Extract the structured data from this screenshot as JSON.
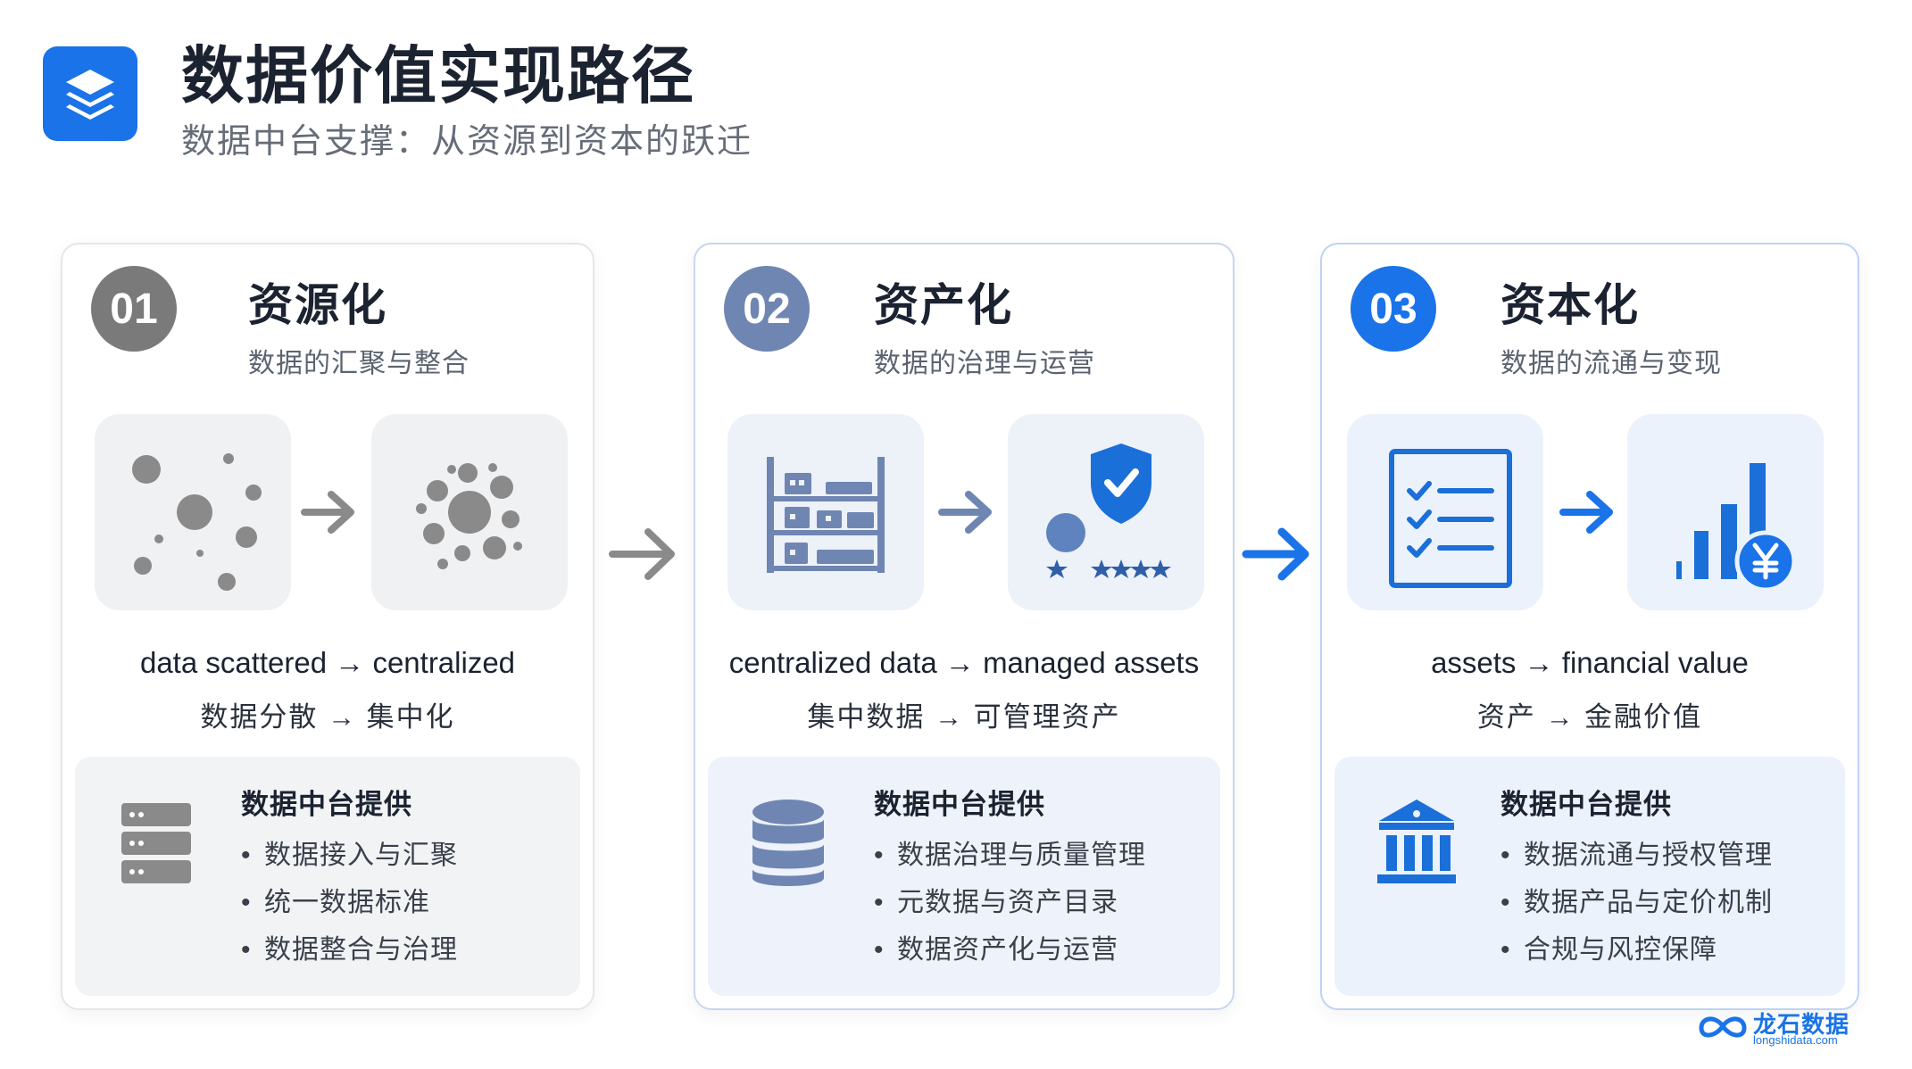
{
  "header": {
    "title": "数据价值实现路径",
    "subtitle": "数据中台支撑：从资源到资本的跃迁",
    "logo_icon": "layers-icon"
  },
  "colors": {
    "accent": "#1a73e8",
    "stage1_badge": "#7a7a7a",
    "stage2_badge": "#6f86b3",
    "stage3_badge": "#1a73e8"
  },
  "stages": [
    {
      "number": "01",
      "title": "资源化",
      "subtitle": "数据的汇聚与整合",
      "icon_a": "scattered-dots-icon",
      "icon_b": "clustered-dots-icon",
      "desc_en": "data scattered → centralized",
      "desc_zh": "数据分散 → 集中化",
      "provide_icon": "server-stack-icon",
      "provide_title": "数据中台提供",
      "provide_items": [
        "数据接入与汇聚",
        "统一数据标准",
        "数据整合与治理"
      ]
    },
    {
      "number": "02",
      "title": "资产化",
      "subtitle": "数据的治理与运营",
      "icon_a": "warehouse-shelf-icon",
      "icon_b": "shield-check-rating-icon",
      "desc_en": "centralized data → managed assets",
      "desc_zh": "集中数据 → 可管理资产",
      "provide_icon": "database-icon",
      "provide_title": "数据中台提供",
      "provide_items": [
        "数据治理与质量管理",
        "元数据与资产目录",
        "数据资产化与运营"
      ]
    },
    {
      "number": "03",
      "title": "资本化",
      "subtitle": "数据的流通与变现",
      "icon_a": "checklist-icon",
      "icon_b": "bar-chart-yen-icon",
      "desc_en": "assets → financial value",
      "desc_zh": "资产 → 金融价值",
      "provide_icon": "bank-icon",
      "provide_title": "数据中台提供",
      "provide_items": [
        "数据流通与授权管理",
        "数据产品与定价机制",
        "合规与风控保障"
      ]
    }
  ],
  "brand": {
    "name": "龙石数据",
    "url": "longshidata.com"
  }
}
